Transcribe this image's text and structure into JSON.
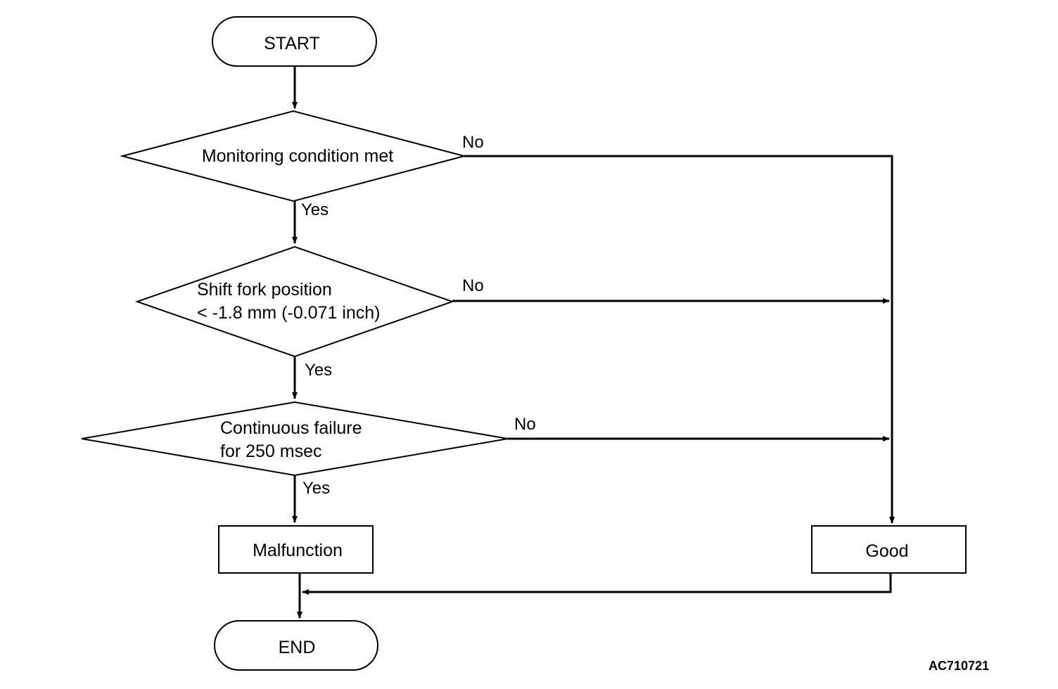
{
  "flowchart": {
    "start": "START",
    "decisions": [
      {
        "lines": [
          "Monitoring condition met"
        ],
        "yes": "Yes",
        "no": "No"
      },
      {
        "lines": [
          "Shift fork position",
          "< -1.8 mm (-0.071 inch)"
        ],
        "yes": "Yes",
        "no": "No"
      },
      {
        "lines": [
          "Continuous failure",
          "for 250 msec"
        ],
        "yes": "Yes",
        "no": "No"
      }
    ],
    "malfunction": "Malfunction",
    "good": "Good",
    "end": "END"
  },
  "figure_code": "AC710721"
}
